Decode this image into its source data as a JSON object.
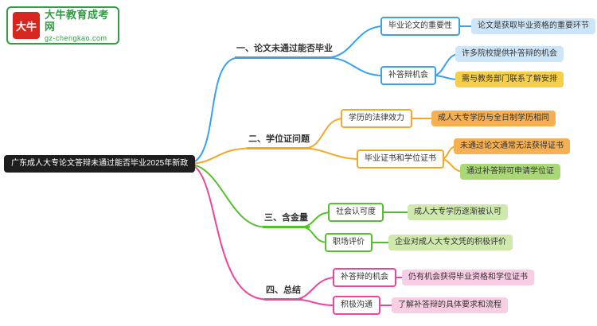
{
  "logo": {
    "mark_text": "大牛",
    "site_name": "大牛教育成考网",
    "site_url": "gz-chengkao.com"
  },
  "root": {
    "label": "广东成人大专论文答辩未通过能否毕业2025年新政"
  },
  "branches": [
    {
      "label": "一、论文未通过能否毕业",
      "color": "#3aa0f0",
      "children": [
        {
          "label": "毕业论文的重要性",
          "leaves": [
            {
              "label": "论文是获取毕业资格的重要环节",
              "fill": "#cde5f8"
            }
          ]
        },
        {
          "label": "补答辩机会",
          "leaves": [
            {
              "label": "许多院校提供补答辩的机会",
              "fill": "#cde5f8"
            },
            {
              "label": "需与教务部门联系了解安排",
              "fill": "#f6cf4a"
            }
          ]
        }
      ]
    },
    {
      "label": "二、学位证问题",
      "color": "#f5a728",
      "children": [
        {
          "label": "学历的法律效力",
          "leaves": [
            {
              "label": "成人大专学历与全日制学历相同",
              "fill": "#f5b054"
            }
          ]
        },
        {
          "label": "毕业证书和学位证书",
          "leaves": [
            {
              "label": "未通过论文通常无法获得证书",
              "fill": "#f5b054"
            },
            {
              "label": "通过补答辩可申请学位证",
              "fill": "#a9d977"
            }
          ]
        }
      ]
    },
    {
      "label": "三、含金量",
      "color": "#54c02e",
      "children": [
        {
          "label": "社会认可度",
          "leaves": [
            {
              "label": "成人大专学历逐渐被认可",
              "fill": "#cfe9ad"
            }
          ]
        },
        {
          "label": "职场评价",
          "leaves": [
            {
              "label": "企业对成人大专文凭的积极评价",
              "fill": "#cfe9ad"
            }
          ]
        }
      ]
    },
    {
      "label": "四、总结",
      "color": "#ee4499",
      "children": [
        {
          "label": "补答辩的机会",
          "leaves": [
            {
              "label": "仍有机会获得毕业资格和学位证书",
              "fill": "#f9cde4"
            }
          ]
        },
        {
          "label": "积极沟通",
          "leaves": [
            {
              "label": "了解补答辩的具体要求和流程",
              "fill": "#f9cde4"
            }
          ]
        }
      ]
    }
  ],
  "colors": {
    "background": "#ffffff",
    "root_bg": "#1e1e1e",
    "root_text": "#ffffff",
    "logo_green": "#2f9e44",
    "logo_red": "#d7261e",
    "node_text": "#333333"
  }
}
